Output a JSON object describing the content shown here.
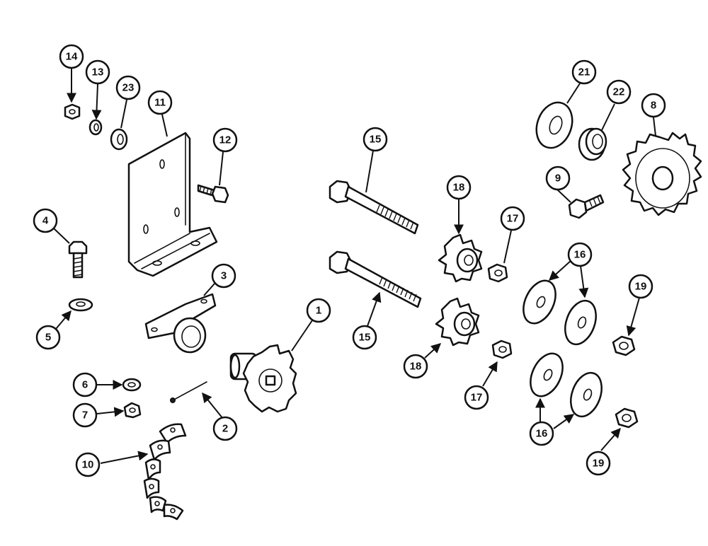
{
  "colors": {
    "line": "#111111",
    "background": "#ffffff"
  },
  "callouts": [
    "14",
    "13",
    "23",
    "11",
    "12",
    "4",
    "5",
    "3",
    "1",
    "6",
    "7",
    "2",
    "10",
    "15",
    "15",
    "18",
    "18",
    "17",
    "17",
    "21",
    "22",
    "8",
    "9",
    "16",
    "16",
    "19",
    "19"
  ]
}
